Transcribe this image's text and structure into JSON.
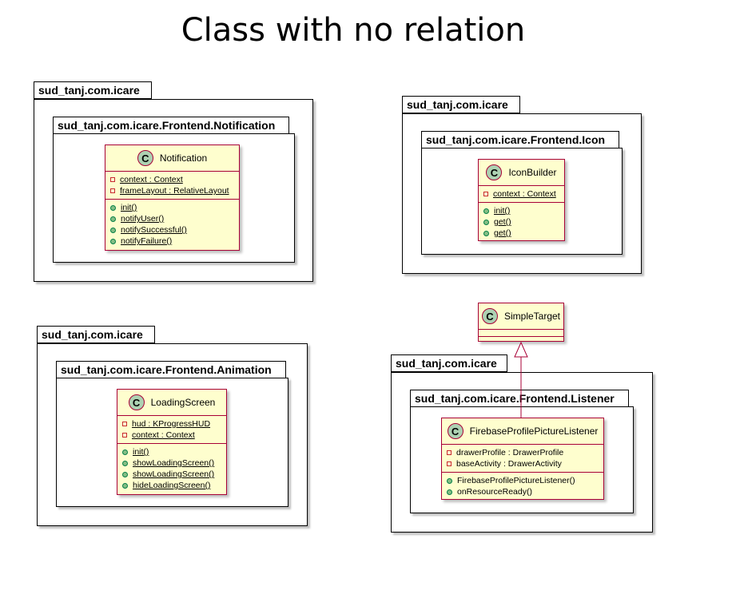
{
  "title": "Class with no relation",
  "packages": {
    "p1": {
      "outer": "sud_tanj.com.icare",
      "inner": "sud_tanj.com.icare.Frontend.Notification"
    },
    "p2": {
      "outer": "sud_tanj.com.icare",
      "inner": "sud_tanj.com.icare.Frontend.Icon"
    },
    "p3": {
      "outer": "sud_tanj.com.icare",
      "inner": "sud_tanj.com.icare.Frontend.Animation"
    },
    "p4": {
      "outer": "sud_tanj.com.icare",
      "inner": "sud_tanj.com.icare.Frontend.Listener"
    }
  },
  "classes": {
    "notification": {
      "icon": "C",
      "name": "Notification",
      "fields": [
        "context : Context",
        "frameLayout : RelativeLayout"
      ],
      "methods": [
        "init()",
        "notifyUser()",
        "notifySuccessful()",
        "notifyFailure()"
      ]
    },
    "iconbuilder": {
      "icon": "C",
      "name": "IconBuilder",
      "fields": [
        "context : Context"
      ],
      "methods": [
        "init()",
        "get()",
        "get()"
      ]
    },
    "loadingscreen": {
      "icon": "C",
      "name": "LoadingScreen",
      "fields": [
        "hud : KProgressHUD",
        "context : Context"
      ],
      "methods": [
        "init()",
        "showLoadingScreen()",
        "showLoadingScreen()",
        "hideLoadingScreen()"
      ]
    },
    "simpletarget": {
      "icon": "C",
      "name": "SimpleTarget"
    },
    "listener": {
      "icon": "C",
      "name": "FirebaseProfilePictureListener",
      "fields": [
        "drawerProfile : DrawerProfile",
        "baseActivity : DrawerActivity"
      ],
      "methods": [
        "FirebaseProfilePictureListener()",
        "onResourceReady()"
      ]
    }
  },
  "colors": {
    "class_fill": "#fefece",
    "class_border": "#a80036",
    "class_icon_fill": "#add1b2",
    "private_marker": "#c82930",
    "public_marker": "#84be84"
  }
}
